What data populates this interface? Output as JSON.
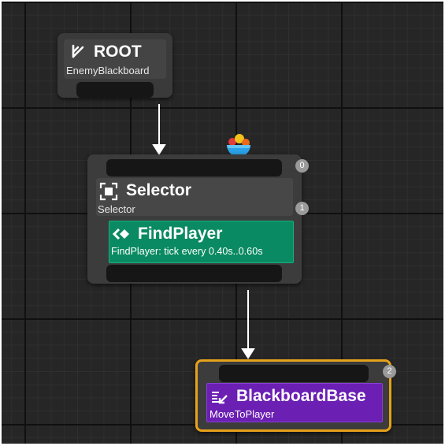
{
  "graph": {
    "nodes": {
      "root": {
        "title": "ROOT",
        "subtitle": "EnemyBlackboard",
        "icon": "root-tree-icon"
      },
      "selector": {
        "title": "Selector",
        "subtitle": "Selector",
        "icon": "selector-icon",
        "top_badge": "0",
        "index_badge": "1"
      },
      "service": {
        "title": "FindPlayer",
        "subtitle": "FindPlayer: tick every 0.40s..0.60s",
        "icon": "service-icon",
        "color": "#0a8a62"
      },
      "task": {
        "title": "BlackboardBase",
        "subtitle": "MoveToPlayer",
        "icon": "task-icon",
        "color": "#6b1fb3",
        "top_badge": "2",
        "highlight_color": "#e6a21a"
      }
    },
    "colors": {
      "grid_background": "#262626",
      "node_body": "#3c3c3c",
      "root_body": "#3a3a3a"
    },
    "decorator_icon": "composite-bowl-icon"
  }
}
